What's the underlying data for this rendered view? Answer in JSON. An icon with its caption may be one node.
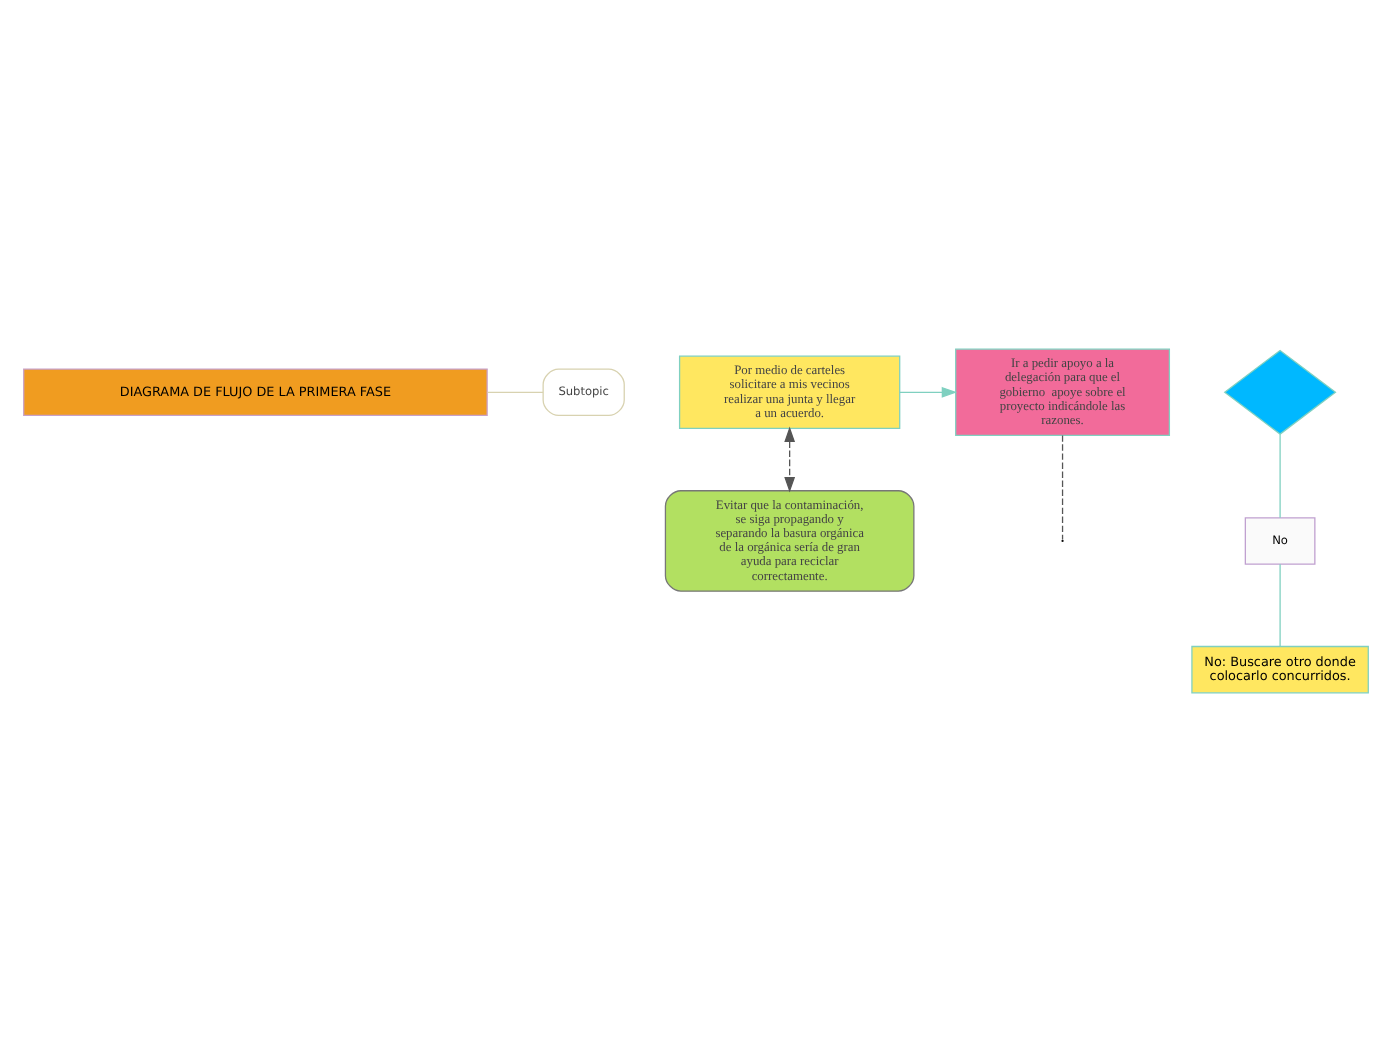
{
  "diagram": {
    "nodes": [
      {
        "text": [
          "DIAGRAMA DE FLUJO DE LA PRIMERA FASE"
        ]
      },
      {
        "text": [
          "Subtopic"
        ]
      },
      {
        "text": [
          "Evitar que la contaminación, se siga propagando y separando la basura orgánica de la orgánica sería de gran ayuda para reciclar correctamente."
        ]
      },
      {
        "text": [
          "Por medio de carteles solicitare a mis vecinos realizar una junta y llegar a un acuerdo."
        ]
      },
      {
        "text": [
          "Ir a pedir apoyo a la delegación para que el gobierno  apoye sobre el proyecto indicándole las razones."
        ]
      },
      {
        "text": [
          "No: Buscare otro donde colocarlo concurridos."
        ]
      },
      {
        "text": [
          "No"
        ]
      },
      {
        "text": [],
        "shape": "diamond"
      }
    ],
    "edges": [
      {
        "from": 0,
        "to": 1,
        "arrow": "none",
        "color": "#d8d2b0"
      },
      {
        "from": 3,
        "to": 2,
        "arrow": "both",
        "style": "dashed",
        "color": "#555555"
      },
      {
        "from": 3,
        "to": 4,
        "arrow": "to"
      },
      {
        "from": 4,
        "to": null,
        "arrow": "none",
        "style": "dashed",
        "color": "#555555"
      },
      {
        "from": 7,
        "to": 6,
        "arrow": "none"
      },
      {
        "from": 6,
        "to": 5,
        "arrow": "none"
      }
    ]
  }
}
